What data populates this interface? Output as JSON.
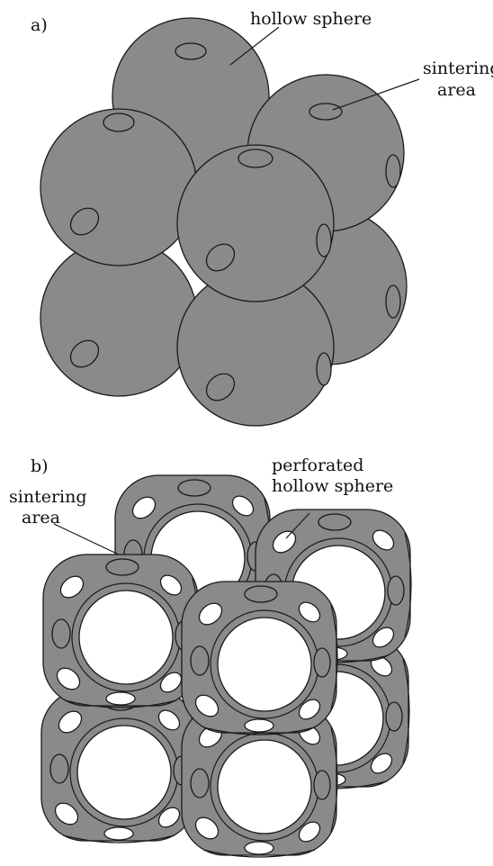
{
  "panel_a": {
    "label": "a)",
    "callout_hollow_sphere": "hollow sphere",
    "callout_sintering_line1": "sintering",
    "callout_sintering_line2": "area"
  },
  "panel_b": {
    "label": "b)",
    "callout_perforated_line1": "perforated",
    "callout_perforated_line2": "hollow sphere",
    "callout_sintering_line1": "sintering",
    "callout_sintering_line2": "area"
  },
  "colors": {
    "sphere_fill": "#8a8a8a",
    "outline": "#1a1a1a",
    "hole": "#ffffff",
    "background": "#ffffff"
  }
}
